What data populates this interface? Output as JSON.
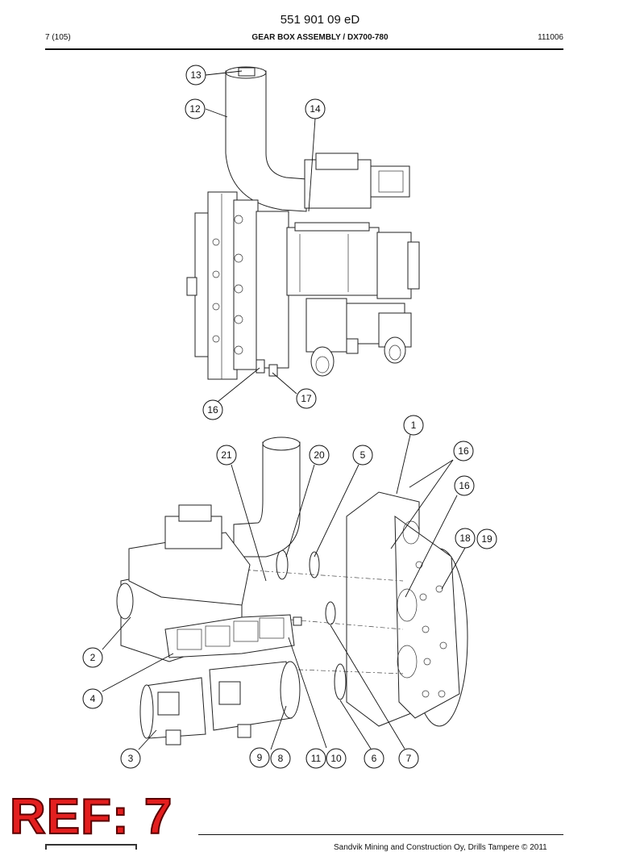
{
  "header": {
    "doc_number": "551 901 09 eD",
    "page": "7 (105)",
    "title": "GEAR BOX ASSEMBLY / DX700-780",
    "date_code": "111006"
  },
  "stamp": {
    "text": "REF: 7"
  },
  "footer": {
    "text": "Sandvik Mining and Construction Oy, Drills Tampere © 2011"
  },
  "callouts": {
    "c13": "13",
    "c12": "12",
    "c14": "14",
    "c16a": "16",
    "c17": "17",
    "c1": "1",
    "c21": "21",
    "c20": "20",
    "c5": "5",
    "c16b": "16",
    "c16c": "16",
    "c18": "18",
    "c19": "19",
    "c2": "2",
    "c4": "4",
    "c3": "3",
    "c9": "9",
    "c8": "8",
    "c11": "11",
    "c10": "10",
    "c6": "6",
    "c7": "7"
  }
}
